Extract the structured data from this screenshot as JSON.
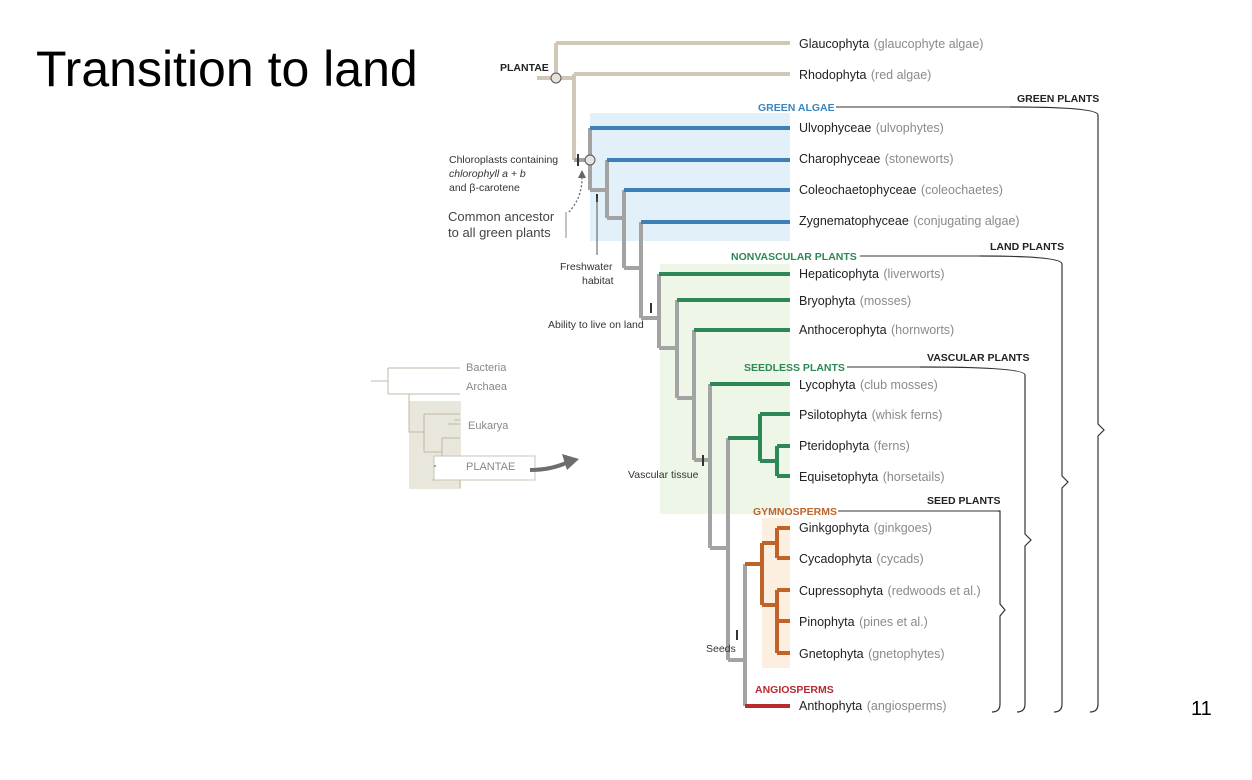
{
  "title": "Transition to land",
  "page_number": "11",
  "root_label": "PLANTAE",
  "taxa": [
    {
      "name": "Glaucophyta",
      "common": "(glaucophyte algae)"
    },
    {
      "name": "Rhodophyta",
      "common": "(red algae)"
    },
    {
      "name": "Ulvophyceae",
      "common": "(ulvophytes)"
    },
    {
      "name": "Charophyceae",
      "common": "(stoneworts)"
    },
    {
      "name": "Coleochaetophyceae",
      "common": "(coleochaetes)"
    },
    {
      "name": "Zygnematophyceae",
      "common": "(conjugating algae)"
    },
    {
      "name": "Hepaticophyta",
      "common": "(liverworts)"
    },
    {
      "name": "Bryophyta",
      "common": "(mosses)"
    },
    {
      "name": "Anthocerophyta",
      "common": "(hornworts)"
    },
    {
      "name": "Lycophyta",
      "common": "(club mosses)"
    },
    {
      "name": "Psilotophyta",
      "common": "(whisk ferns)"
    },
    {
      "name": "Pteridophyta",
      "common": "(ferns)"
    },
    {
      "name": "Equisetophyta",
      "common": "(horsetails)"
    },
    {
      "name": "Ginkgophyta",
      "common": "(ginkgoes)"
    },
    {
      "name": "Cycadophyta",
      "common": "(cycads)"
    },
    {
      "name": "Cupressophyta",
      "common": "(redwoods et al.)"
    },
    {
      "name": "Pinophyta",
      "common": "(pines et al.)"
    },
    {
      "name": "Gnetophyta",
      "common": "(gnetophytes)"
    },
    {
      "name": "Anthophyta",
      "common": "(angiosperms)"
    }
  ],
  "groups": {
    "green_algae": "GREEN ALGAE",
    "nonvascular": "NONVASCULAR PLANTS",
    "seedless": "SEEDLESS PLANTS",
    "gymnosperms": "GYMNOSPERMS",
    "angiosperms": "ANGIOSPERMS"
  },
  "brackets": {
    "green_plants": "GREEN PLANTS",
    "land_plants": "LAND PLANTS",
    "vascular_plants": "VASCULAR PLANTS",
    "seed_plants": "SEED PLANTS"
  },
  "annotations": {
    "chloroplasts": [
      "Chloroplasts containing",
      "chlorophyll a + b",
      "and β-carotene"
    ],
    "common_ancestor": [
      "Common ancestor",
      "to all green plants"
    ],
    "freshwater": [
      "Freshwater",
      "habitat"
    ],
    "land": "Ability to live on land",
    "vascular": "Vascular tissue",
    "seeds": "Seeds"
  },
  "inset": {
    "labels": [
      "Bacteria",
      "Archaea",
      "Eukarya",
      "PLANTAE"
    ]
  },
  "colors": {
    "trunk": "#a3a3a3",
    "early": "#d1c7b8",
    "green_algae": "#3e7fb6",
    "land": "#2e8856",
    "gymnosperm": "#c0632a",
    "angiosperm": "#b72a30",
    "green_algae_bg": "#e2f0fa",
    "land_bg": "#eef6e8",
    "gymno_bg": "#fcefdf",
    "green_algae_text": "#3a85bd",
    "land_text": "#2e8856",
    "gymno_text": "#c0632a",
    "angio_text": "#b72a30"
  }
}
